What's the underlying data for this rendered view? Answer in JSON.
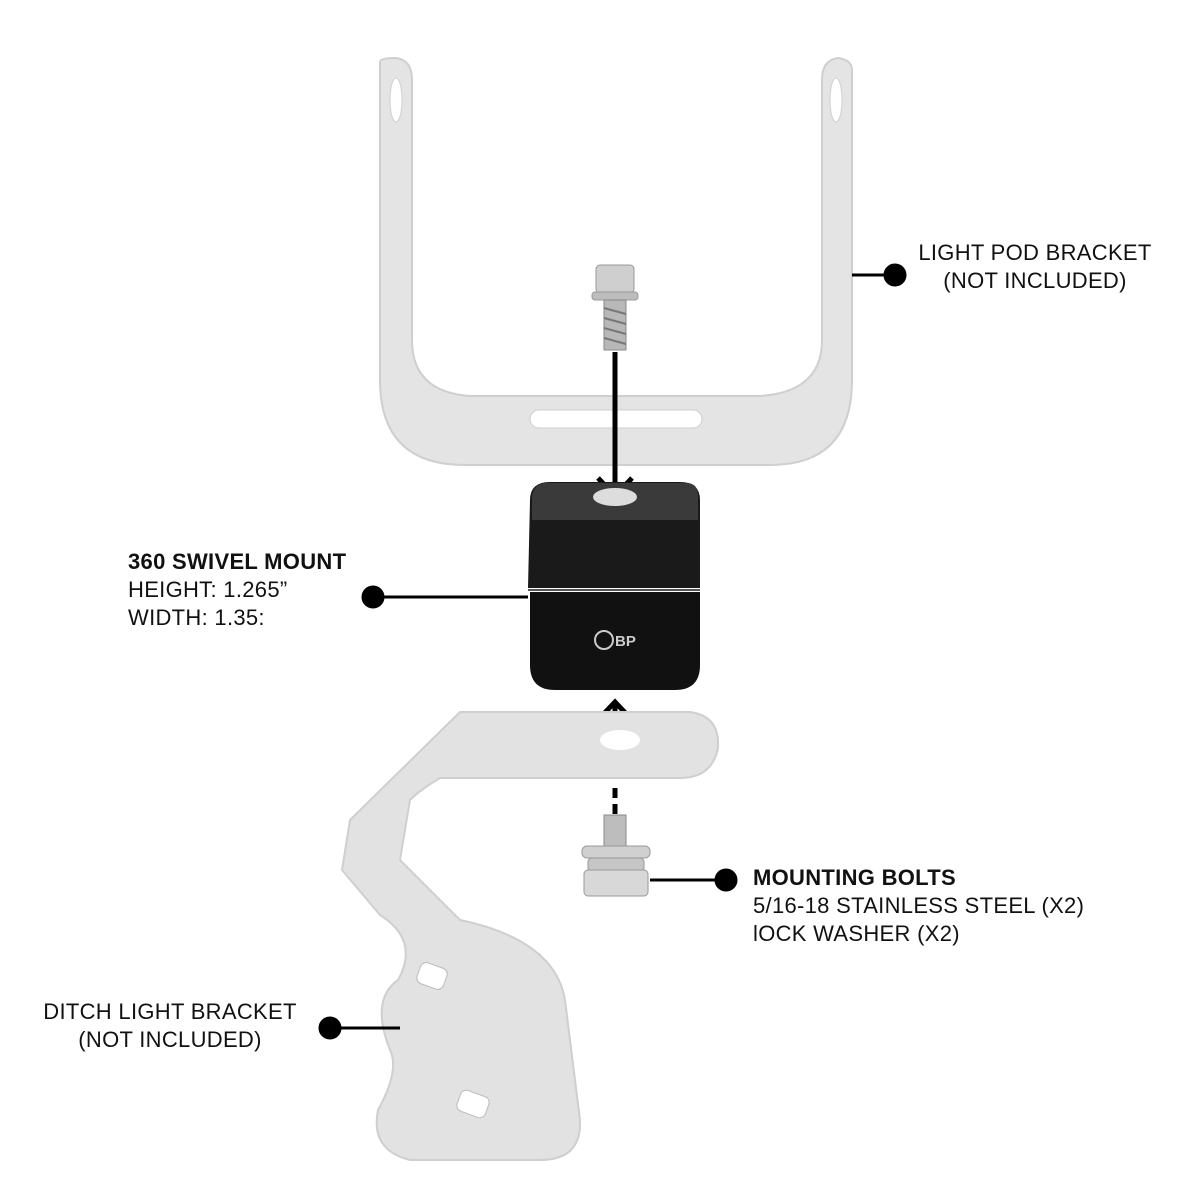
{
  "callouts": {
    "light_pod": {
      "line1": "LIGHT POD BRACKET",
      "line2": "(NOT INCLUDED)"
    },
    "swivel_mount": {
      "title": "360 SWIVEL MOUNT",
      "height": "HEIGHT: 1.265”",
      "width": "WIDTH: 1.35:"
    },
    "mounting_bolts": {
      "title": "MOUNTING BOLTS",
      "line1": "5/16-18 STAINLESS STEEL (X2)",
      "line2": "lOCK WASHER (X2)"
    },
    "ditch_light": {
      "line1": "DITCH LIGHT BRACKET",
      "line2": "(NOT INCLUDED)"
    }
  },
  "logo_text": "BP",
  "colors": {
    "bracket": "#e4e4e4",
    "mount": "#111111",
    "callout": "#000000"
  }
}
